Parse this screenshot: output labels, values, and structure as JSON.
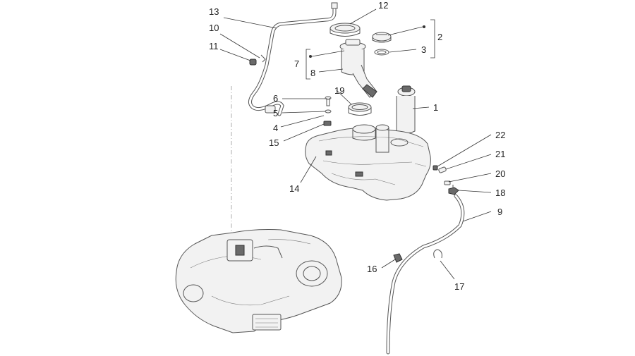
{
  "colors": {
    "line": "#333333",
    "part": "#555555",
    "background": "#ffffff"
  },
  "callouts": {
    "c1": "1",
    "c2": "2",
    "c3": "3",
    "c4": "4",
    "c5": "5",
    "c6": "6",
    "c7": "7",
    "c8": "8",
    "c9": "9",
    "c10": "10",
    "c11": "11",
    "c12": "12",
    "c13": "13",
    "c14": "14",
    "c15": "15",
    "c16": "16",
    "c17": "17",
    "c18": "18",
    "c19": "19",
    "c20": "20",
    "c21": "21",
    "c22": "22"
  }
}
